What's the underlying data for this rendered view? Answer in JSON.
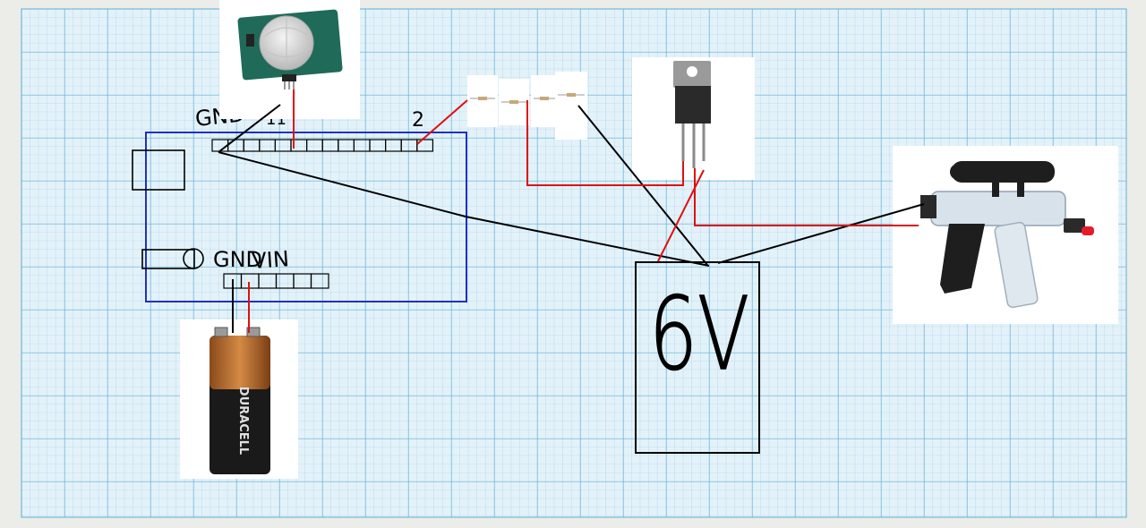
{
  "labels": {
    "gnd_top": "GND",
    "pin_top": "11",
    "pin_two": "2",
    "gnd_power": "GND",
    "vin": "VIN",
    "supply": "6V",
    "battery_brand": "DURACELL"
  },
  "colors": {
    "grid_bg": "#e3f1f8",
    "grid_minor": "#9fd0ea",
    "grid_major": "#5bb0d8",
    "board_outline": "#2030c0",
    "wire_red": "#e01010",
    "wire_black": "#000000",
    "battery_copper": "#b8682a",
    "pir_board": "#1f6a58"
  },
  "icons": {
    "pir_sensor": "pir-motion-sensor-icon",
    "battery": "9v-battery-icon",
    "transistor": "to220-transistor-icon",
    "toy_gun": "toy-airsoft-gun-icon",
    "resistors": "resistor-icon"
  }
}
